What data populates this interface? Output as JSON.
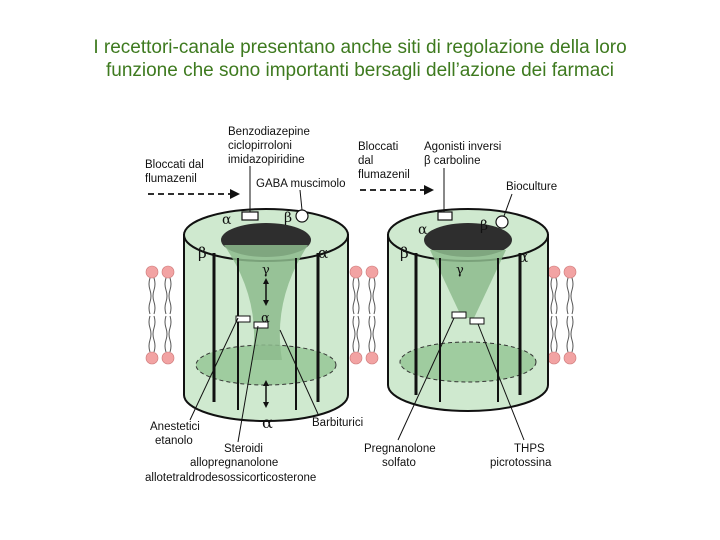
{
  "title": {
    "line1": "I recettori-canale presentano anche siti di regolazione della loro",
    "line2": "funzione che sono importanti bersagli dell’azione dei farmaci"
  },
  "colors": {
    "title": "#3e7a1f",
    "channel": "#cfe9cf",
    "channel_dark": "#8dbb8d",
    "pore": "#2e2e2e",
    "lipid_head": "#f2a3a3"
  },
  "left_channel": {
    "label_blocked": [
      "Bloccati dal",
      "flumazenil"
    ],
    "label_benzo": [
      "Benzodiazepine",
      "ciclopirroloni",
      "imidazopiridine"
    ],
    "label_gaba": "GABA muscimolo",
    "label_anestetici": [
      "Anestetici",
      "etanolo"
    ],
    "label_steroidi": [
      "Steroidi",
      "allopregnanolone",
      "allotetraldrodesossicorticosterone"
    ],
    "label_barbiturici": "Barbiturici",
    "subunits": [
      "α",
      "β",
      "β",
      "α",
      "γ",
      "α",
      "α"
    ]
  },
  "right_channel": {
    "label_blocked": [
      "Bloccati",
      "dal",
      "flumazenil"
    ],
    "label_agonisti": [
      "Agonisti inversi",
      "β carboline"
    ],
    "label_bioculture": "Bioculture",
    "label_pregnanolone": [
      "Pregnanolone",
      "solfato"
    ],
    "label_thps": [
      "THPS",
      "picrotossina"
    ],
    "subunits": [
      "α",
      "β",
      "β",
      "α",
      "γ"
    ]
  }
}
